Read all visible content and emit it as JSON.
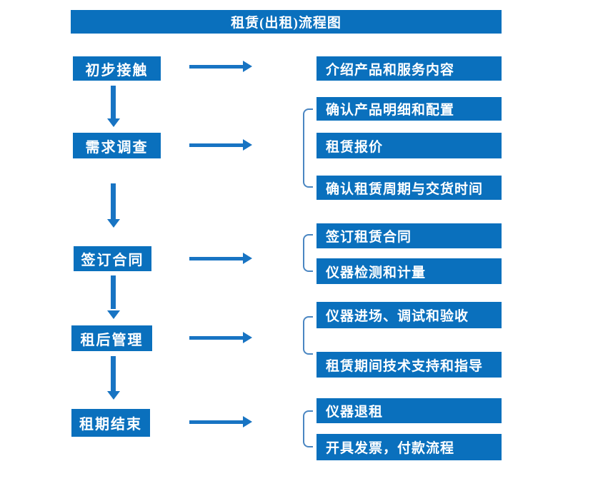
{
  "title": "租赁(出租)流程图",
  "colors": {
    "box_blue": "#0a70bd",
    "arrow_blue": "#1874c3",
    "bracket_blue": "#4a86c2",
    "text_white": "#ffffff",
    "background": "#ffffff"
  },
  "stages": [
    {
      "label": "初步接触",
      "outputs": [
        "介绍产品和服务内容"
      ]
    },
    {
      "label": "需求调查",
      "outputs": [
        "确认产品明细和配置",
        "租赁报价",
        "确认租赁周期与交货时间"
      ]
    },
    {
      "label": "签订合同",
      "outputs": [
        "签订租赁合同",
        "仪器检测和计量"
      ]
    },
    {
      "label": "租后管理",
      "outputs": [
        "仪器进场、调试和验收",
        "租赁期间技术支持和指导"
      ]
    },
    {
      "label": "租期结束",
      "outputs": [
        "仪器退租",
        "开具发票，付款流程"
      ]
    }
  ]
}
